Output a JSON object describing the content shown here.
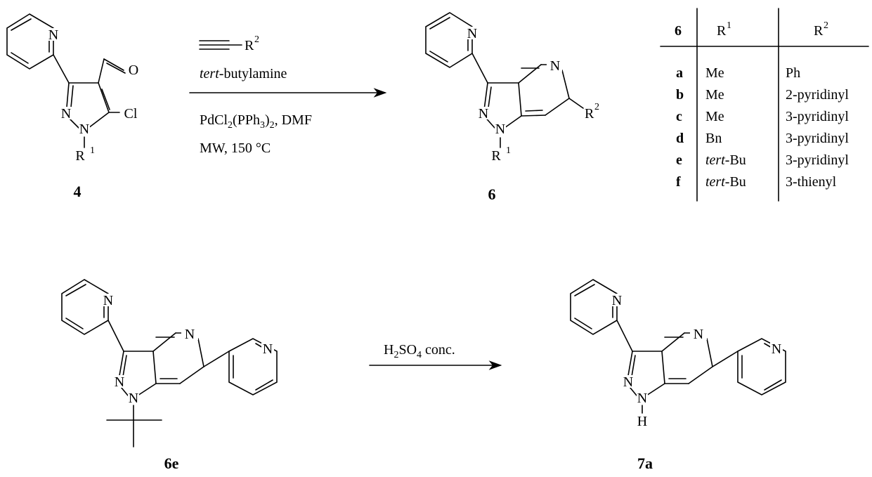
{
  "scheme": {
    "compound_4": {
      "label": "4",
      "atoms": {
        "N_pyridine": "N",
        "N_pyrazole_2": "N",
        "N_pyrazole_1": "N",
        "O": "O",
        "Cl": "Cl",
        "R": "R",
        "R_sup": "1"
      }
    },
    "reaction_1": {
      "alkyne_group": "R",
      "alkyne_group_sup": "2",
      "reagent_amine_italic": "tert",
      "reagent_amine_rest": "-butylamine",
      "catalyst": {
        "a": "PdCl",
        "b": "2",
        "c": "(PPh",
        "d": "3",
        "e": ")",
        "f": "2",
        "g": ", DMF"
      },
      "conditions": "MW, 150 °C"
    },
    "compound_6": {
      "label": "6",
      "atoms": {
        "N_pyridine": "N",
        "N_ring": "N",
        "N_pyrazole_2": "N",
        "N_pyrazole_1": "N",
        "R2": "R",
        "R2_sup": "2",
        "R1": "R",
        "R1_sup": "1"
      }
    },
    "table": {
      "headers": {
        "col1": "6",
        "col2_main": "R",
        "col2_sup": "1",
        "col3_main": "R",
        "col3_sup": "2"
      },
      "rows": [
        {
          "id": "a",
          "r1_italic": "",
          "r1_text": "Me",
          "r2": "Ph"
        },
        {
          "id": "b",
          "r1_italic": "",
          "r1_text": "Me",
          "r2": "2-pyridinyl"
        },
        {
          "id": "c",
          "r1_italic": "",
          "r1_text": "Me",
          "r2": "3-pyridinyl"
        },
        {
          "id": "d",
          "r1_italic": "",
          "r1_text": "Bn",
          "r2": "3-pyridinyl"
        },
        {
          "id": "e",
          "r1_italic": "tert",
          "r1_text": "-Bu",
          "r2": "3-pyridinyl"
        },
        {
          "id": "f",
          "r1_italic": "tert",
          "r1_text": "-Bu",
          "r2": "3-thienyl"
        }
      ]
    },
    "compound_6e": {
      "label": "6e",
      "atoms": {
        "N_pyridine": "N",
        "N_ring": "N",
        "N_pyrazole_2": "N",
        "N_pyrazole_1": "N",
        "N_pyridinyl": "N"
      }
    },
    "reaction_2": {
      "reagent": {
        "a": "H",
        "b": "2",
        "c": "SO",
        "d": "4",
        "e": " conc."
      }
    },
    "compound_7a": {
      "label": "7a",
      "atoms": {
        "N_pyridine": "N",
        "N_ring": "N",
        "N_pyrazole_2": "N",
        "N_pyrazole_1": "N",
        "H": "H",
        "N_pyridinyl": "N"
      }
    }
  }
}
